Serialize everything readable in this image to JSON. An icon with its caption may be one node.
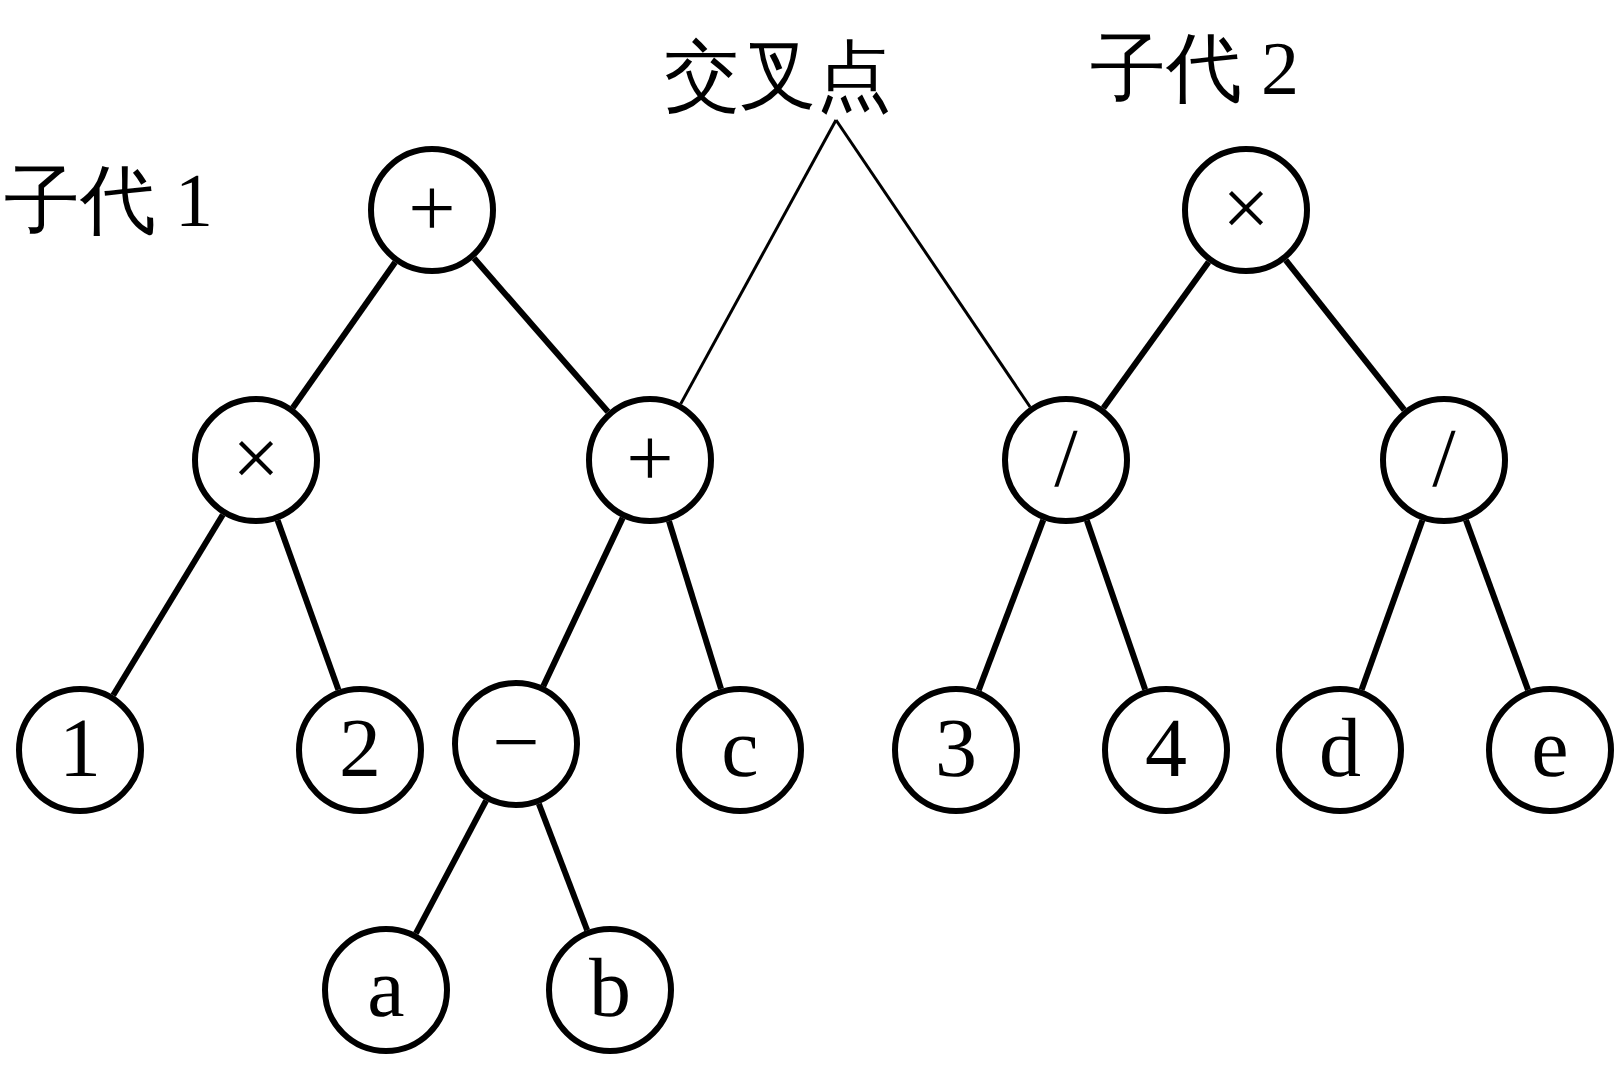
{
  "diagram": {
    "nodes": [
      {
        "text": [
          "+"
        ],
        "beside": [
          "子代 1"
        ]
      },
      {
        "text": [
          "×"
        ]
      },
      {
        "text": [
          "+"
        ]
      },
      {
        "text": [
          "1"
        ]
      },
      {
        "text": [
          "2"
        ]
      },
      {
        "text": [
          "−"
        ]
      },
      {
        "text": [
          "c"
        ]
      },
      {
        "text": [
          "a"
        ]
      },
      {
        "text": [
          "b"
        ]
      },
      {
        "text": [
          "×"
        ],
        "beside": [
          "子代 2"
        ]
      },
      {
        "text": [
          "/"
        ]
      },
      {
        "text": [
          "/"
        ]
      },
      {
        "text": [
          "3"
        ]
      },
      {
        "text": [
          "4"
        ]
      },
      {
        "text": [
          "d"
        ]
      },
      {
        "text": [
          "e"
        ]
      },
      {
        "text": [
          "交叉点"
        ]
      }
    ],
    "edges": [
      {
        "from": 0,
        "to": 1,
        "arrow": "none"
      },
      {
        "from": 0,
        "to": 2,
        "arrow": "none"
      },
      {
        "from": 1,
        "to": 3,
        "arrow": "none"
      },
      {
        "from": 1,
        "to": 4,
        "arrow": "none"
      },
      {
        "from": 2,
        "to": 5,
        "arrow": "none"
      },
      {
        "from": 2,
        "to": 6,
        "arrow": "none"
      },
      {
        "from": 5,
        "to": 7,
        "arrow": "none"
      },
      {
        "from": 5,
        "to": 8,
        "arrow": "none"
      },
      {
        "from": 9,
        "to": 10,
        "arrow": "none"
      },
      {
        "from": 9,
        "to": 11,
        "arrow": "none"
      },
      {
        "from": 10,
        "to": 12,
        "arrow": "none"
      },
      {
        "from": 10,
        "to": 13,
        "arrow": "none"
      },
      {
        "from": 11,
        "to": 14,
        "arrow": "none"
      },
      {
        "from": 11,
        "to": 15,
        "arrow": "none"
      },
      {
        "from": 16,
        "to": 2,
        "arrow": "none"
      },
      {
        "from": 16,
        "to": 10,
        "arrow": "none"
      }
    ]
  }
}
